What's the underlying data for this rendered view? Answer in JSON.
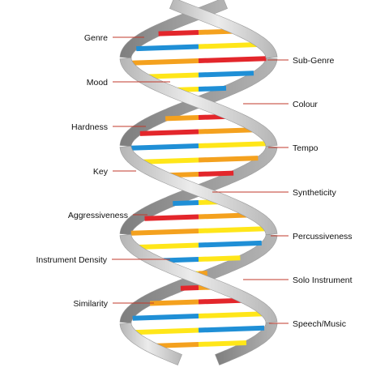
{
  "labels": {
    "left": [
      "Genre",
      "Mood",
      "Hardness",
      "Key",
      "Aggressiveness",
      "Instrument Density",
      "Similarity"
    ],
    "right": [
      "Sub-Genre",
      "Colour",
      "Tempo",
      "Syntheticity",
      "Percussiveness",
      "Solo Instrument",
      "Speech/Music"
    ]
  },
  "colors": {
    "leader_line": "#c0392b",
    "strand_light": "#ececec",
    "strand_mid": "#b5b5b5",
    "strand_dark": "#7e7e7e",
    "base_red": "#e3262b",
    "base_orange": "#f4a11e",
    "base_yellow": "#ffe619",
    "base_blue": "#1f8fd6"
  }
}
